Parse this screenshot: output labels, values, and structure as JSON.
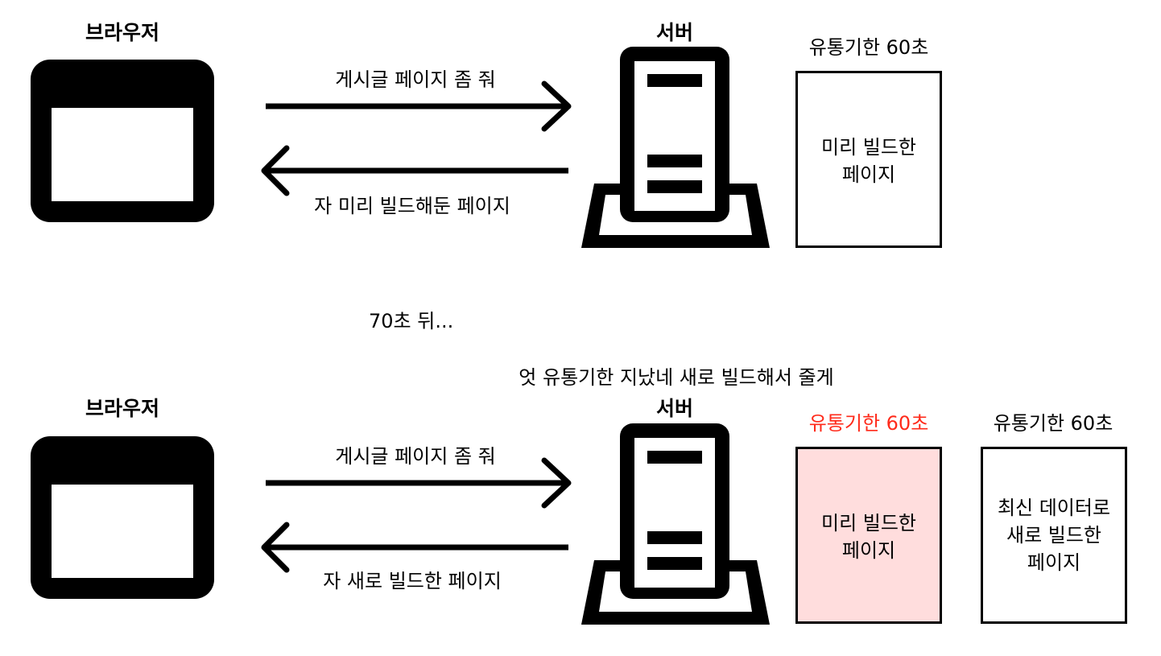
{
  "top": {
    "browser_label": "브라우저",
    "server_label": "서버",
    "request_label": "게시글 페이지 좀 줘",
    "response_label": "자 미리 빌드해둔 페이지",
    "cache_ttl_label": "유통기한 60초",
    "cache_page_line1": "미리 빌드한",
    "cache_page_line2": "페이지"
  },
  "time_note": "70초 뒤...",
  "bottom": {
    "server_note": "엇 유통기한 지났네 새로 빌드해서 줄게",
    "browser_label": "브라우저",
    "server_label": "서버",
    "request_label": "게시글 페이지 좀 줘",
    "response_label": "자 새로 빌드한 페이지",
    "expired_ttl_label": "유통기한 60초",
    "expired_page_line1": "미리 빌드한",
    "expired_page_line2": "페이지",
    "new_ttl_label": "유통기한 60초",
    "new_page_line1": "최신 데이터로",
    "new_page_line2": "새로 빌드한",
    "new_page_line3": "페이지"
  },
  "colors": {
    "expired_label": "#ff2a1a",
    "expired_fill": "#ffdddd",
    "ink": "#000000"
  },
  "icons": {
    "browser": "browser-window-icon",
    "server": "server-tower-icon",
    "request_arrow": "arrow-right-icon",
    "response_arrow": "arrow-left-icon"
  }
}
